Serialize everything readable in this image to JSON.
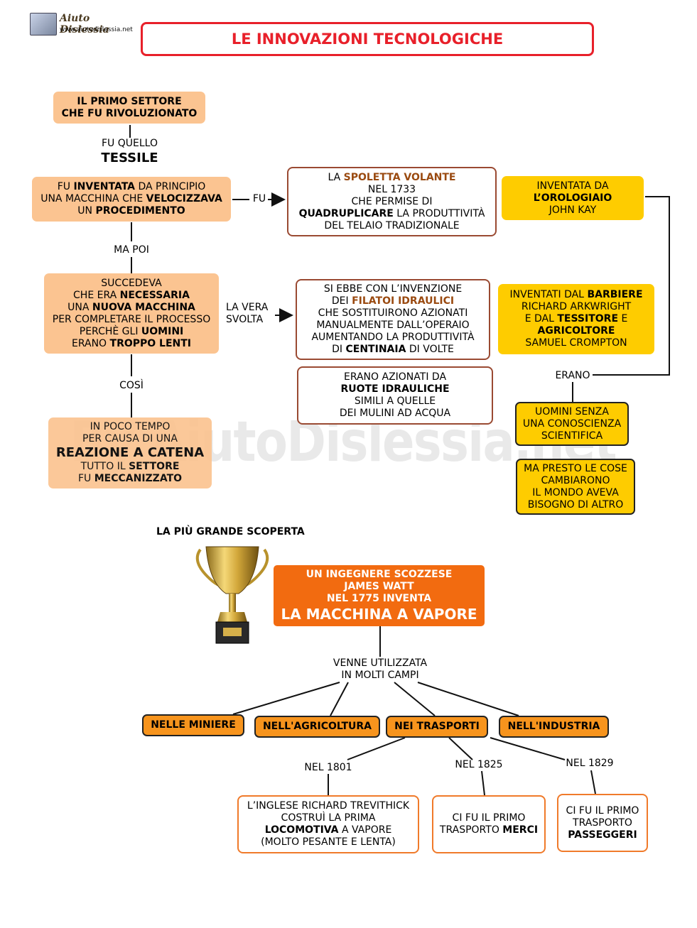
{
  "header": {
    "logo_text": "Aiuto Dislessia",
    "logo_url": "www.aiutodislessia.net",
    "title": "LE INNOVAZIONI TECNOLOGICHE"
  },
  "watermark": "By AiutoDislessia.net",
  "left": {
    "box1": [
      "IL PRIMO SETTORE",
      "CHE FU RIVOLUZIONATO"
    ],
    "link1": "FU QUELLO",
    "tessile": "TESSILE",
    "box2": {
      "l1a": "FU ",
      "l1b": "INVENTATA",
      "l1c": " DA PRINCIPIO",
      "l2a": "UNA MACCHINA CHE ",
      "l2b": "VELOCIZZAVA",
      "l3a": "UN ",
      "l3b": "PROCEDIMENTO"
    },
    "link2": "MA POI",
    "box3": {
      "l1": "SUCCEDEVA",
      "l2a": "CHE ERA ",
      "l2b": "NECESSARIA",
      "l3a": "UNA ",
      "l3b": "NUOVA MACCHINA",
      "l4": "PER COMPLETARE IL PROCESSO",
      "l5a": "PERCHÈ GLI ",
      "l5b": "UOMINI",
      "l6a": "ERANO ",
      "l6b": "TROPPO LENTI"
    },
    "link3": "COSÌ",
    "box4": {
      "l1": "IN POCO TEMPO",
      "l2": "PER CAUSA DI UNA",
      "l3": "REAZIONE A CATENA",
      "l4a": "TUTTO IL ",
      "l4b": "SETTORE",
      "l5a": "FU ",
      "l5b": "MECCANIZZATO"
    }
  },
  "middle": {
    "fu": "FU",
    "spoletta": {
      "l1a": "LA ",
      "l1b": "SPOLETTA VOLANTE",
      "l2": "NEL 1733",
      "l3": "CHE PERMISE DI",
      "l4a": "QUADRUPLICARE",
      "l4b": " LA PRODUTTIVITÀ",
      "l5": "DEL TELAIO TRADIZIONALE"
    },
    "vera_svolta": [
      "LA VERA",
      "SVOLTA"
    ],
    "filatoi": {
      "l1": "SI EBBE CON L’INVENZIONE",
      "l2a": "DEI ",
      "l2b": "FILATOI IDRAULICI",
      "l3": "CHE SOSTITUIRONO AZIONATI",
      "l4": "MANUALMENTE  DALL’OPERAIO",
      "l5": "AUMENTANDO  LA  PRODUTTIVITÀ",
      "l6a": "DI ",
      "l6b": "CENTINAIA",
      "l6c": " DI VOLTE"
    },
    "ruote": {
      "l1": "ERANO AZIONATI DA",
      "l2": "RUOTE IDRAULICHE",
      "l3": "SIMILI A QUELLE",
      "l4": "DEI MULINI AD ACQUA"
    }
  },
  "right": {
    "kay": {
      "l1": "INVENTATA DA",
      "l2": "L’OROLOGIAIO",
      "l3": "JOHN KAY"
    },
    "ark": {
      "l1a": "INVENTATI DAL ",
      "l1b": "BARBIERE",
      "l2": "RICHARD ARKWRIGHT",
      "l3a": "E DAL ",
      "l3b": "TESSITORE",
      "l3c": " E",
      "l4": "AGRICOLTORE",
      "l5": "SAMUEL CROMPTON"
    },
    "erano": "ERANO",
    "uomini": [
      "UOMINI SENZA",
      "UNA CONOSCIENZA",
      "SCIENTIFICA"
    ],
    "presto": [
      "MA PRESTO LE COSE",
      "CAMBIARONO",
      "IL MONDO AVEVA",
      "BISOGNO DI ALTRO"
    ]
  },
  "bottom": {
    "scoperta": "LA PIÙ GRANDE SCOPERTA",
    "watt": {
      "l1": "UN INGEGNERE  SCOZZESE",
      "l2": "JAMES  WATT",
      "l3": "NEL 1775  INVENTA",
      "l4": "LA MACCHINA A VAPORE"
    },
    "venne": [
      "VENNE UTILIZZATA",
      "IN MOLTI CAMPI"
    ],
    "campi": [
      "NELLE MINIERE",
      "NELL'AGRICOLTURA",
      "NEI TRASPORTI",
      "NELL'INDUSTRIA"
    ],
    "years": [
      "NEL 1801",
      "NEL 1825",
      "NEL 1829"
    ],
    "trevithick": {
      "l1": "L’INGLESE RICHARD TREVITHICK",
      "l2": "COSTRUÌ LA PRIMA",
      "l3a": "LOCOMOTIVA",
      "l3b": " A VAPORE",
      "l4": "(MOLTO PESANTE E LENTA)"
    },
    "merci": {
      "l1": "CI FU IL PRIMO",
      "l2a": "TRASPORTO ",
      "l2b": "MERCI"
    },
    "passeggeri": {
      "l1": "CI FU IL PRIMO",
      "l2": "TRASPORTO",
      "l3": "PASSEGGERI"
    }
  },
  "colors": {
    "peach": "#fbc491",
    "yellow": "#fecc00",
    "orange": "#f7941d",
    "dark_orange": "#f26b10",
    "title_red": "#e8202a"
  }
}
